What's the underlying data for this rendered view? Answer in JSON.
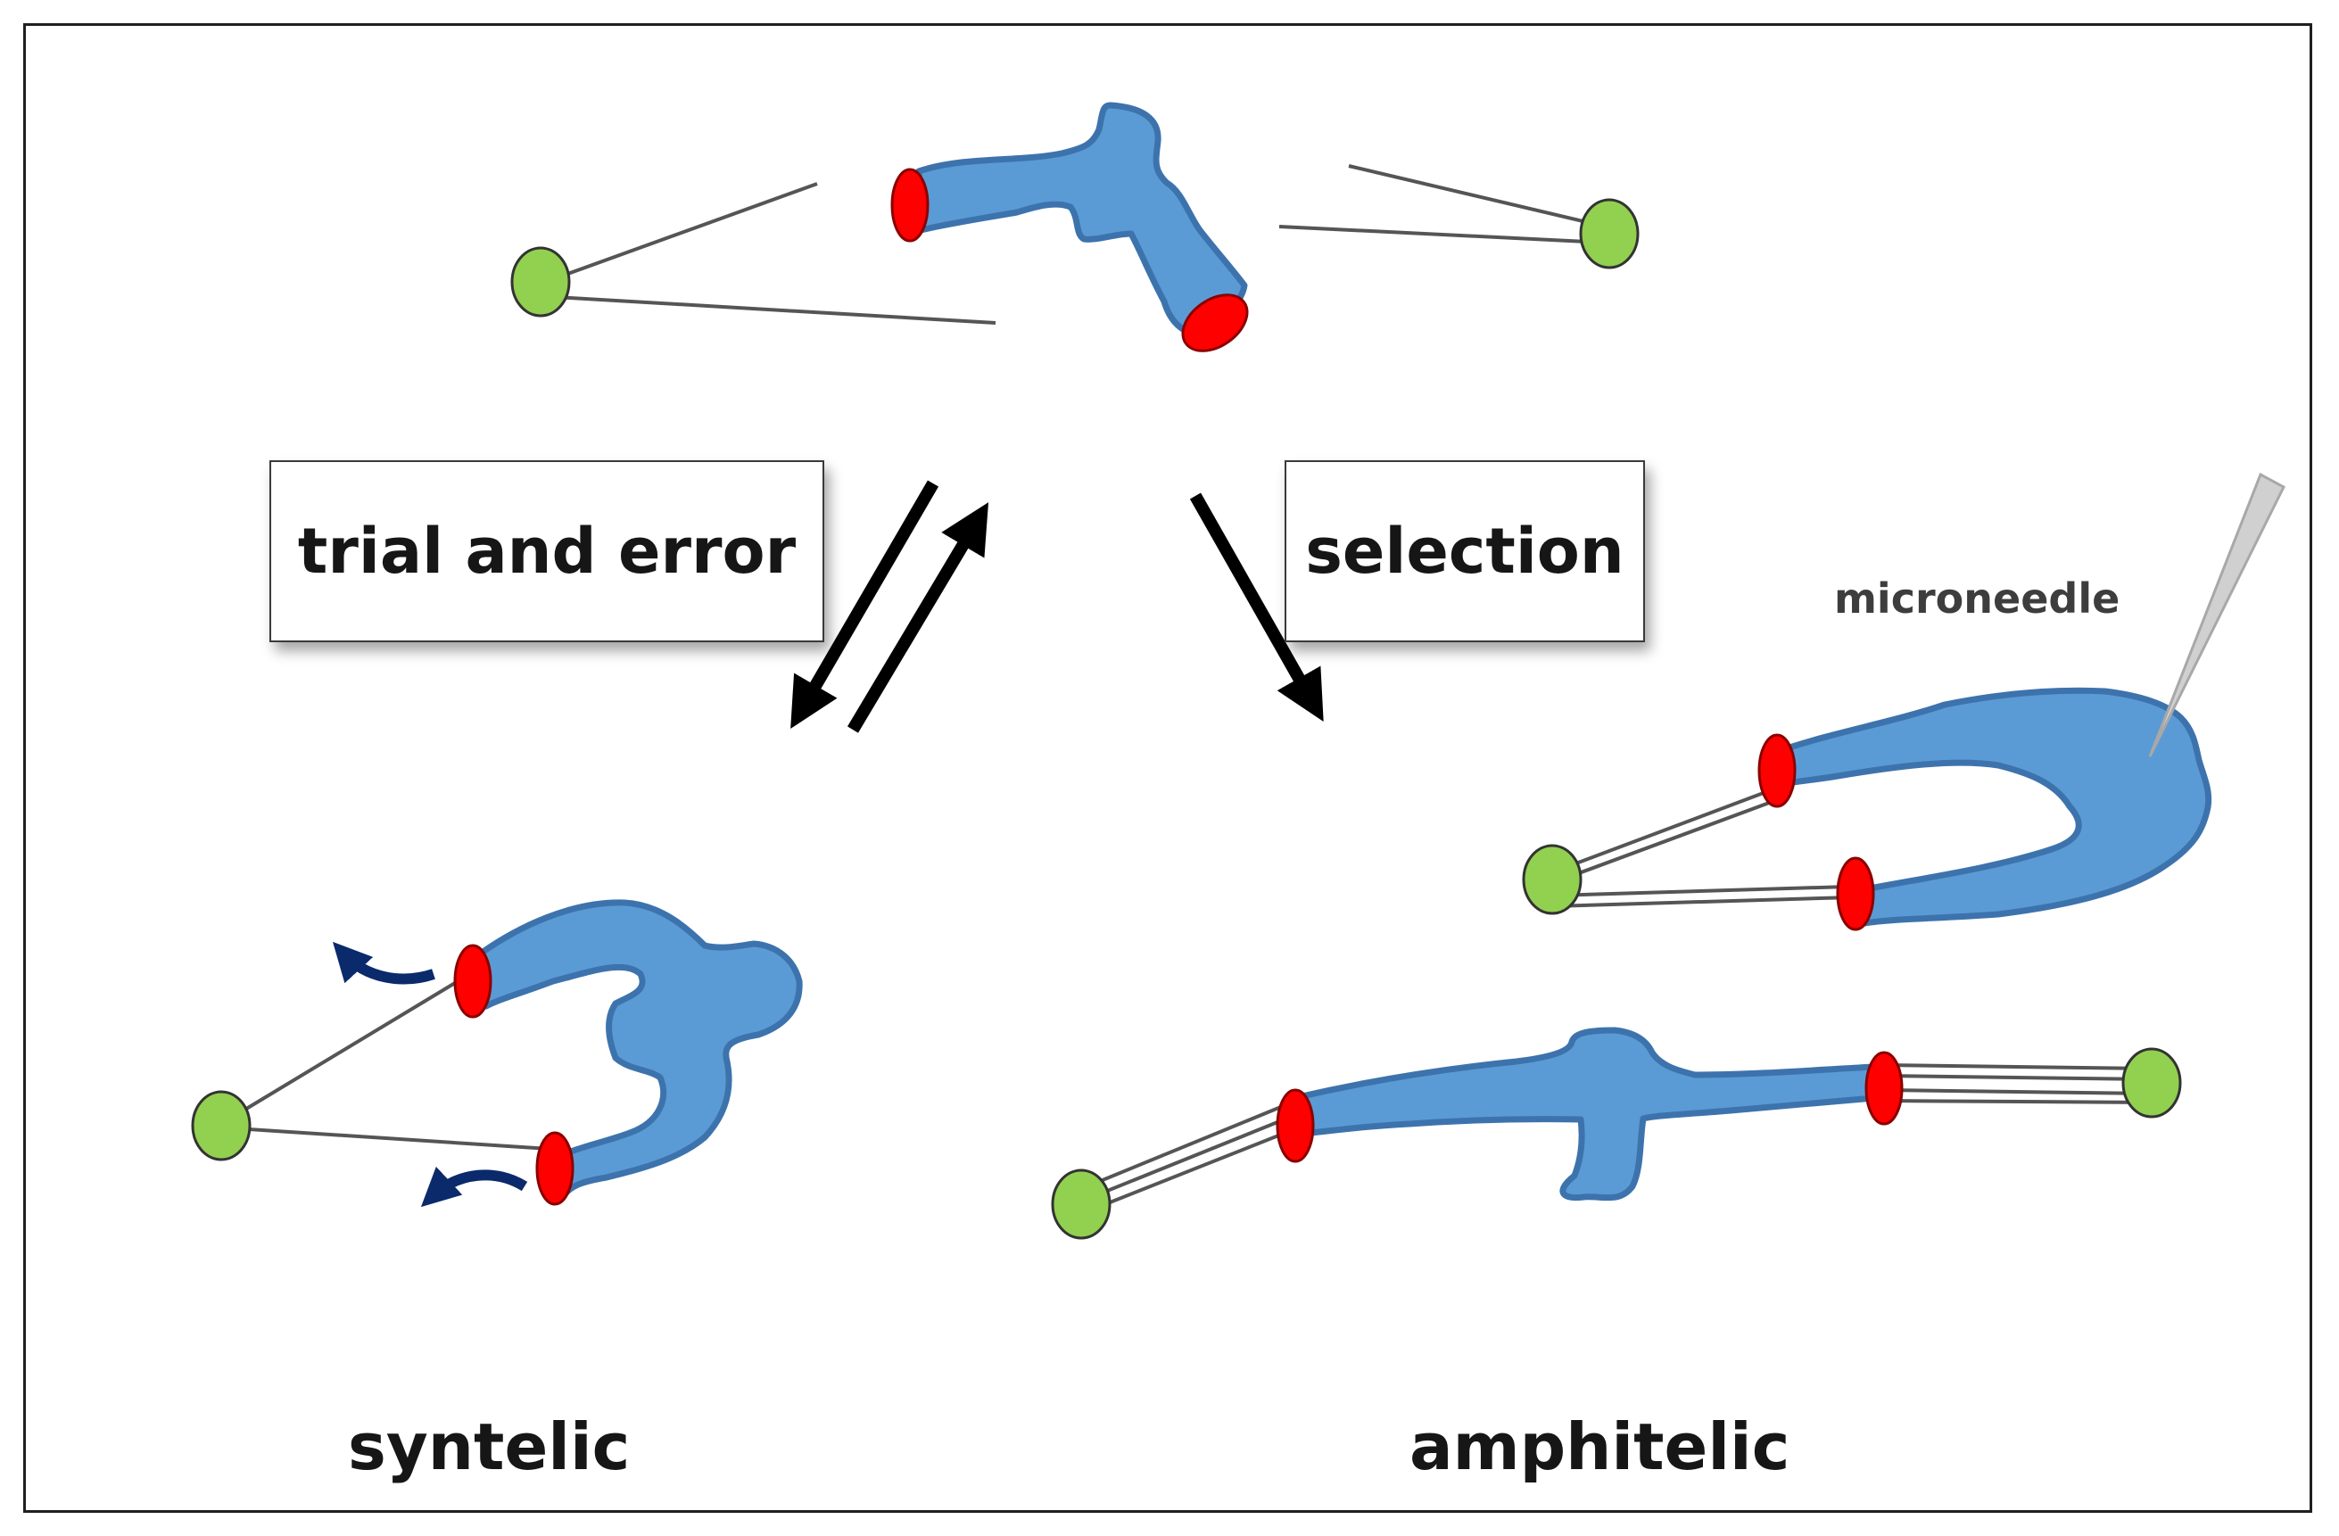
{
  "labels": {
    "trial_and_error": "trial and error",
    "selection": "selection",
    "microneedle": "microneedle",
    "syntelic": "syntelic",
    "amphitelic": "amphitelic"
  },
  "colors": {
    "chromosome": "#5b9bd5",
    "chromosome_outline": "#3d73ad",
    "kinetochore": "#ff0000",
    "pole": "#92d050",
    "fiber": "#555555",
    "arrow": "#000000",
    "force_arrow": "#0b2a6b",
    "needle": "#d0d0d0"
  }
}
